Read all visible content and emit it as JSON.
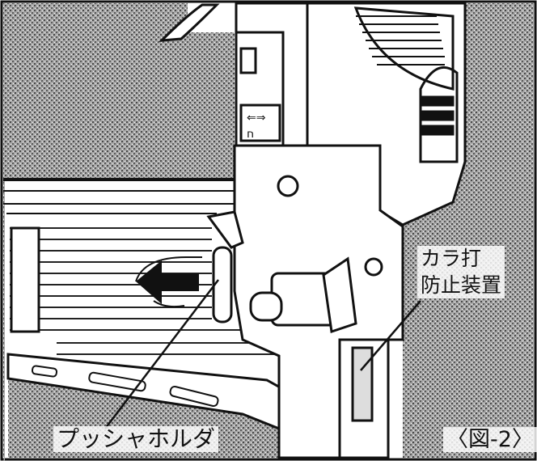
{
  "figure": {
    "label": "〈図-2〉",
    "callouts": {
      "pusher_holder": "プッシャホルダ",
      "dry_fire_line1": "カラ打",
      "dry_fire_line2": "防止装置"
    },
    "arrow_direction": "left",
    "colors": {
      "ink": "#111111",
      "paper": "#ffffff",
      "shade": "#9a9a9a"
    }
  }
}
